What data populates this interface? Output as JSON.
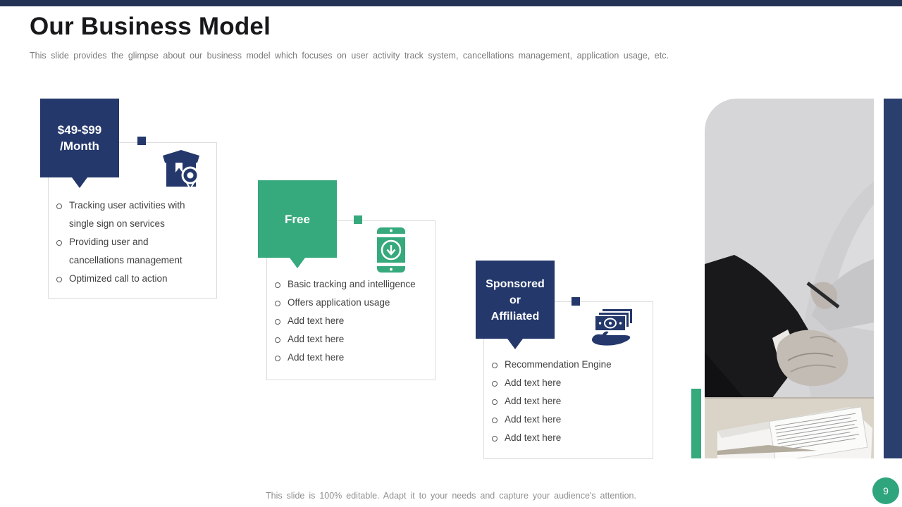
{
  "slide": {
    "title": "Our Business Model",
    "subtitle": "This slide provides  the glimpse about our business model which focuses on user activity track system, cancellations management,  application usage, etc.",
    "footer": "This slide is 100% editable. Adapt it to your needs and capture your audience's attention.",
    "page_number": "9"
  },
  "colors": {
    "navy": "#24386B",
    "green": "#36A97D",
    "top_bar": "#243355",
    "card_border": "#DCDCDC",
    "body_text": "#3F3F3F",
    "muted_text": "#8F8F8F"
  },
  "cards": [
    {
      "badge_lines": [
        "$49-$99",
        "/Month"
      ],
      "icon": "package-location-icon",
      "bullets": [
        "Tracking user activities with single sign on services",
        "Providing user and cancellations management",
        "Optimized call to action"
      ]
    },
    {
      "badge_lines": [
        "Free"
      ],
      "icon": "mobile-download-icon",
      "bullets": [
        "Basic tracking and intelligence",
        "Offers application usage",
        "Add text here",
        "Add text here",
        "Add text here"
      ]
    },
    {
      "badge_lines": [
        "Sponsored",
        "or",
        "Affiliated"
      ],
      "icon": "cash-in-hand-icon",
      "bullets": [
        "Recommendation Engine",
        "Add text here",
        "Add text here",
        "Add text here",
        "Add text here"
      ]
    }
  ]
}
